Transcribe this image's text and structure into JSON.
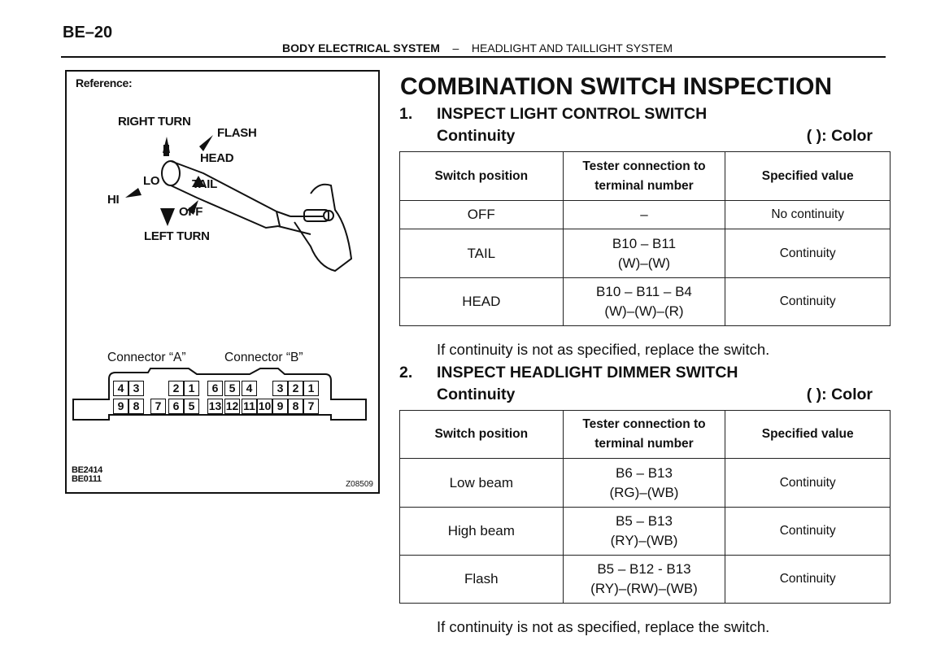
{
  "header": {
    "page_number": "BE–20",
    "section": "BODY ELECTRICAL SYSTEM",
    "separator": "–",
    "subsection": "HEADLIGHT AND TAILLIGHT SYSTEM"
  },
  "figure": {
    "reference": "Reference:",
    "labels": {
      "right_turn": "RIGHT TURN",
      "flash": "FLASH",
      "head": "HEAD",
      "lo": "LO",
      "tail": "TAIL",
      "hi": "HI",
      "off": "OFF",
      "left_turn": "LEFT TURN"
    },
    "connector_a": "Connector “A”",
    "connector_b": "Connector “B”",
    "pins_a_top": [
      "4",
      "3",
      "2",
      "1"
    ],
    "pins_a_bottom": [
      "9",
      "8",
      "7",
      "6",
      "5"
    ],
    "pins_b_top": [
      "6",
      "5",
      "4",
      "3",
      "2",
      "1"
    ],
    "pins_b_bottom": [
      "13",
      "12",
      "11",
      "10",
      "9",
      "8",
      "7"
    ],
    "codes": [
      "BE2414",
      "BE0111"
    ],
    "fig_id": "Z08509"
  },
  "title": "COMBINATION SWITCH INSPECTION",
  "sections": [
    {
      "num": "1.",
      "heading": "INSPECT LIGHT CONTROL SWITCH",
      "sub": "Continuity",
      "color_note": "( ): Color",
      "headers": [
        "Switch position",
        "Tester connection to terminal number",
        "Specified value"
      ],
      "rows": [
        [
          "OFF",
          "–",
          "",
          "No continuity"
        ],
        [
          "TAIL",
          "B10 – B11",
          "(W)–(W)",
          "Continuity"
        ],
        [
          "HEAD",
          "B10 – B11 – B4",
          "(W)–(W)–(R)",
          "Continuity"
        ]
      ],
      "note": "If continuity is not as specified, replace the switch."
    },
    {
      "num": "2.",
      "heading": "INSPECT HEADLIGHT DIMMER SWITCH",
      "sub": "Continuity",
      "color_note": "( ): Color",
      "headers": [
        "Switch position",
        "Tester connection to terminal number",
        "Specified value"
      ],
      "rows": [
        [
          "Low beam",
          "B6 – B13",
          "(RG)–(WB)",
          "Continuity"
        ],
        [
          "High beam",
          "B5 – B13",
          "(RY)–(WB)",
          "Continuity"
        ],
        [
          "Flash",
          "B5 – B12 - B13",
          "(RY)–(RW)–(WB)",
          "Continuity"
        ]
      ],
      "note": "If continuity is not as specified, replace the switch."
    }
  ]
}
